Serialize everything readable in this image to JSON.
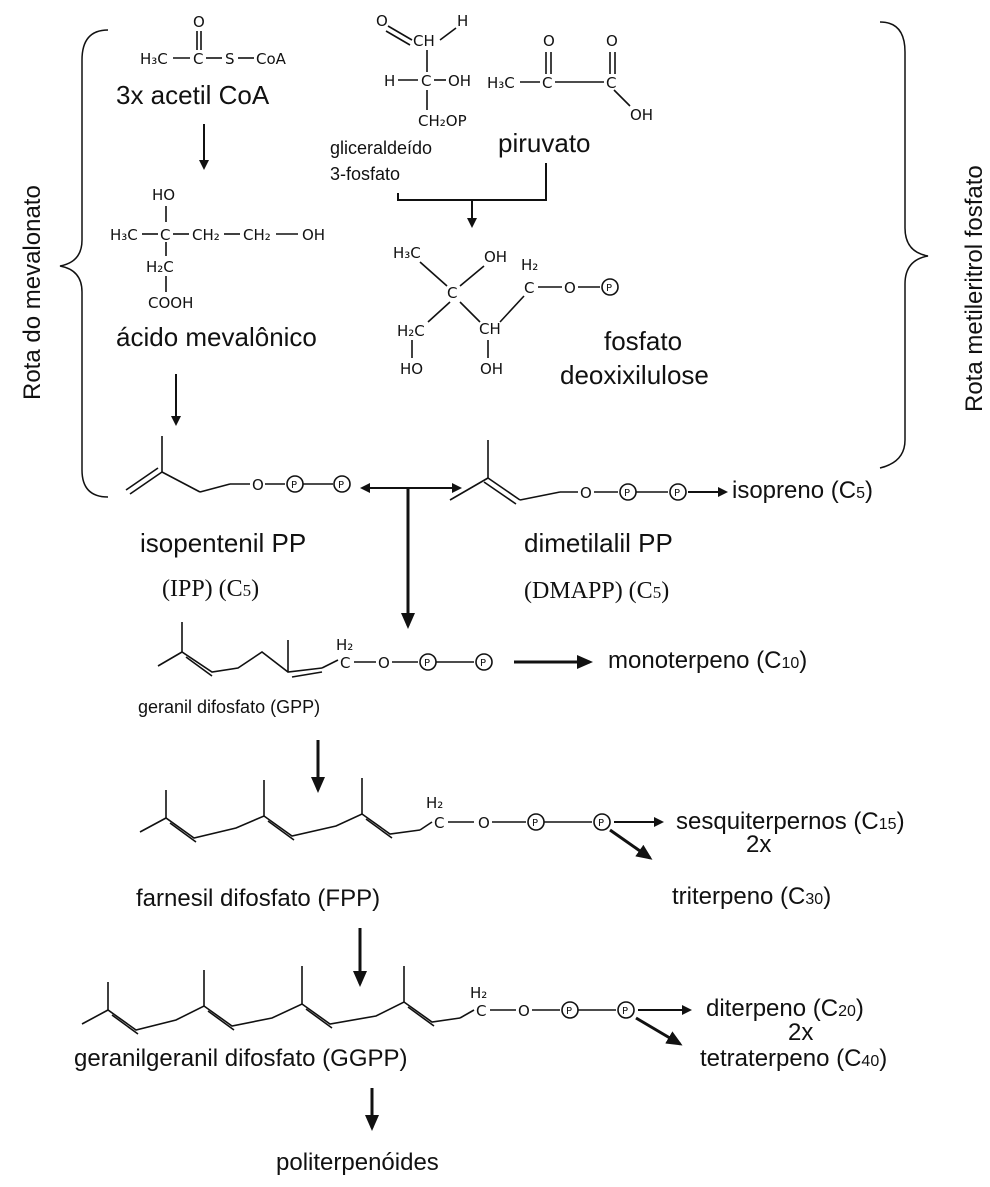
{
  "side_labels": {
    "left": "Rota do mevalonato",
    "right": "Rota metileritrol fosfato"
  },
  "compounds": {
    "acetil": "3x acetil CoA",
    "gliceraldeido_1": "gliceraldeído",
    "gliceraldeido_2": "3-fosfato",
    "piruvato": "piruvato",
    "mevalonico": "ácido mevalônico",
    "fosfato_1": "fosfato",
    "fosfato_2": "deoxixilulose",
    "ipp": "isopentenil PP",
    "ipp_abbr": "(IPP)  (C",
    "ipp_sub": "5",
    "ipp_close": ")",
    "dmapp": "dimetilalil PP",
    "dmapp_abbr": "(DMAPP)  (C",
    "dmapp_sub": "5",
    "dmapp_close": ")",
    "gpp": "geranil difosfato (GPP)",
    "fpp": "farnesil difosfato (FPP)",
    "ggpp": "geranilgeranil difosfato (GGPP)"
  },
  "products": {
    "isopreno": "isopreno (C",
    "isopreno_sub": "5",
    "monoterpeno": "monoterpeno (C",
    "monoterpeno_sub": "10",
    "sesqui": "sesquiterpernos (C",
    "sesqui_sub": "15",
    "twox_1": "2x",
    "triterpeno": "triterpeno (C",
    "triterpeno_sub": "30",
    "diterpeno": "diterpeno (C",
    "diterpeno_sub": "20",
    "twox_2": "2x",
    "tetraterpeno": "tetraterpeno (C",
    "tetraterpeno_sub": "40",
    "politerpenoides": "politerpenóides"
  },
  "chem_text": {
    "o": "O",
    "h3c": "H₃C",
    "s": "S",
    "coa": "CoA",
    "h": "H",
    "oh": "OH",
    "ch2op": "CH₂OP",
    "ho": "HO",
    "ch2": "CH₂",
    "cooh": "COOH",
    "h2c": "H₂C",
    "c": "C",
    "ch": "CH",
    "h2": "H₂",
    "p": "P"
  }
}
